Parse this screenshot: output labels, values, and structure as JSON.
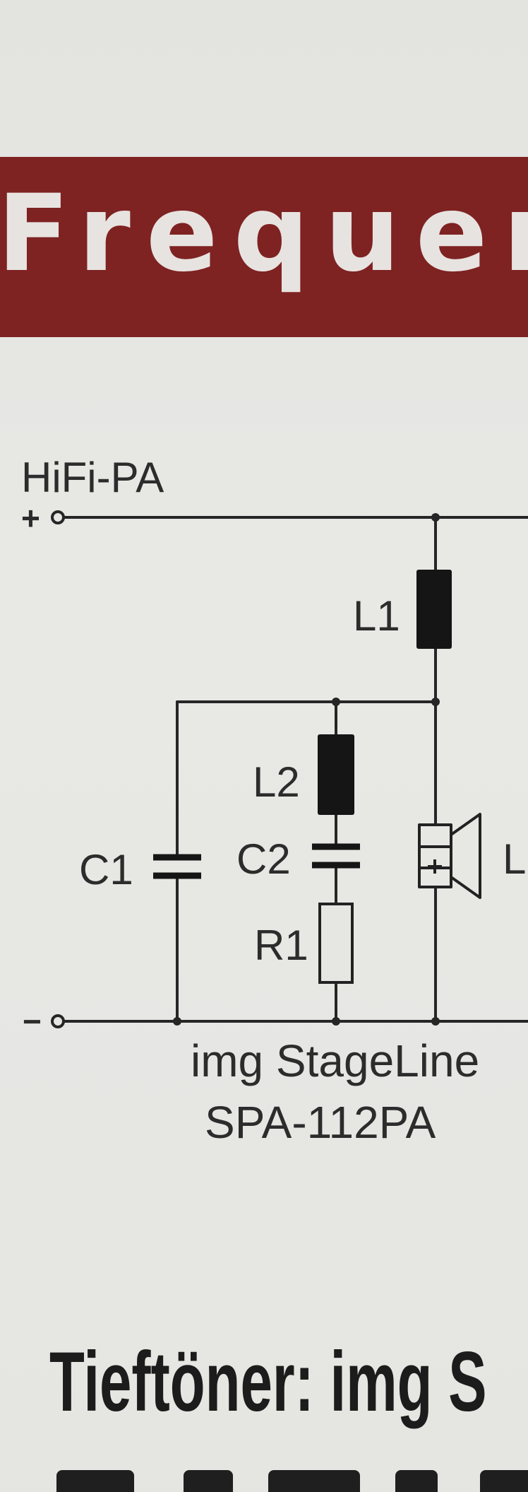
{
  "banner": {
    "title": "Frequenzw",
    "color": "#7e2222"
  },
  "diagram": {
    "input_label": "HiFi-PA",
    "plus_symbol": "+",
    "minus_symbol": "−",
    "components": {
      "L1": "L1",
      "L2": "L2",
      "C1": "C1",
      "C2": "C2",
      "R1": "R1",
      "speaker_cut_label": "L"
    },
    "caption_line1": "img StageLine",
    "caption_line2": "SPA-112PA"
  },
  "footer": {
    "heading": "Tieftöner: img S"
  }
}
